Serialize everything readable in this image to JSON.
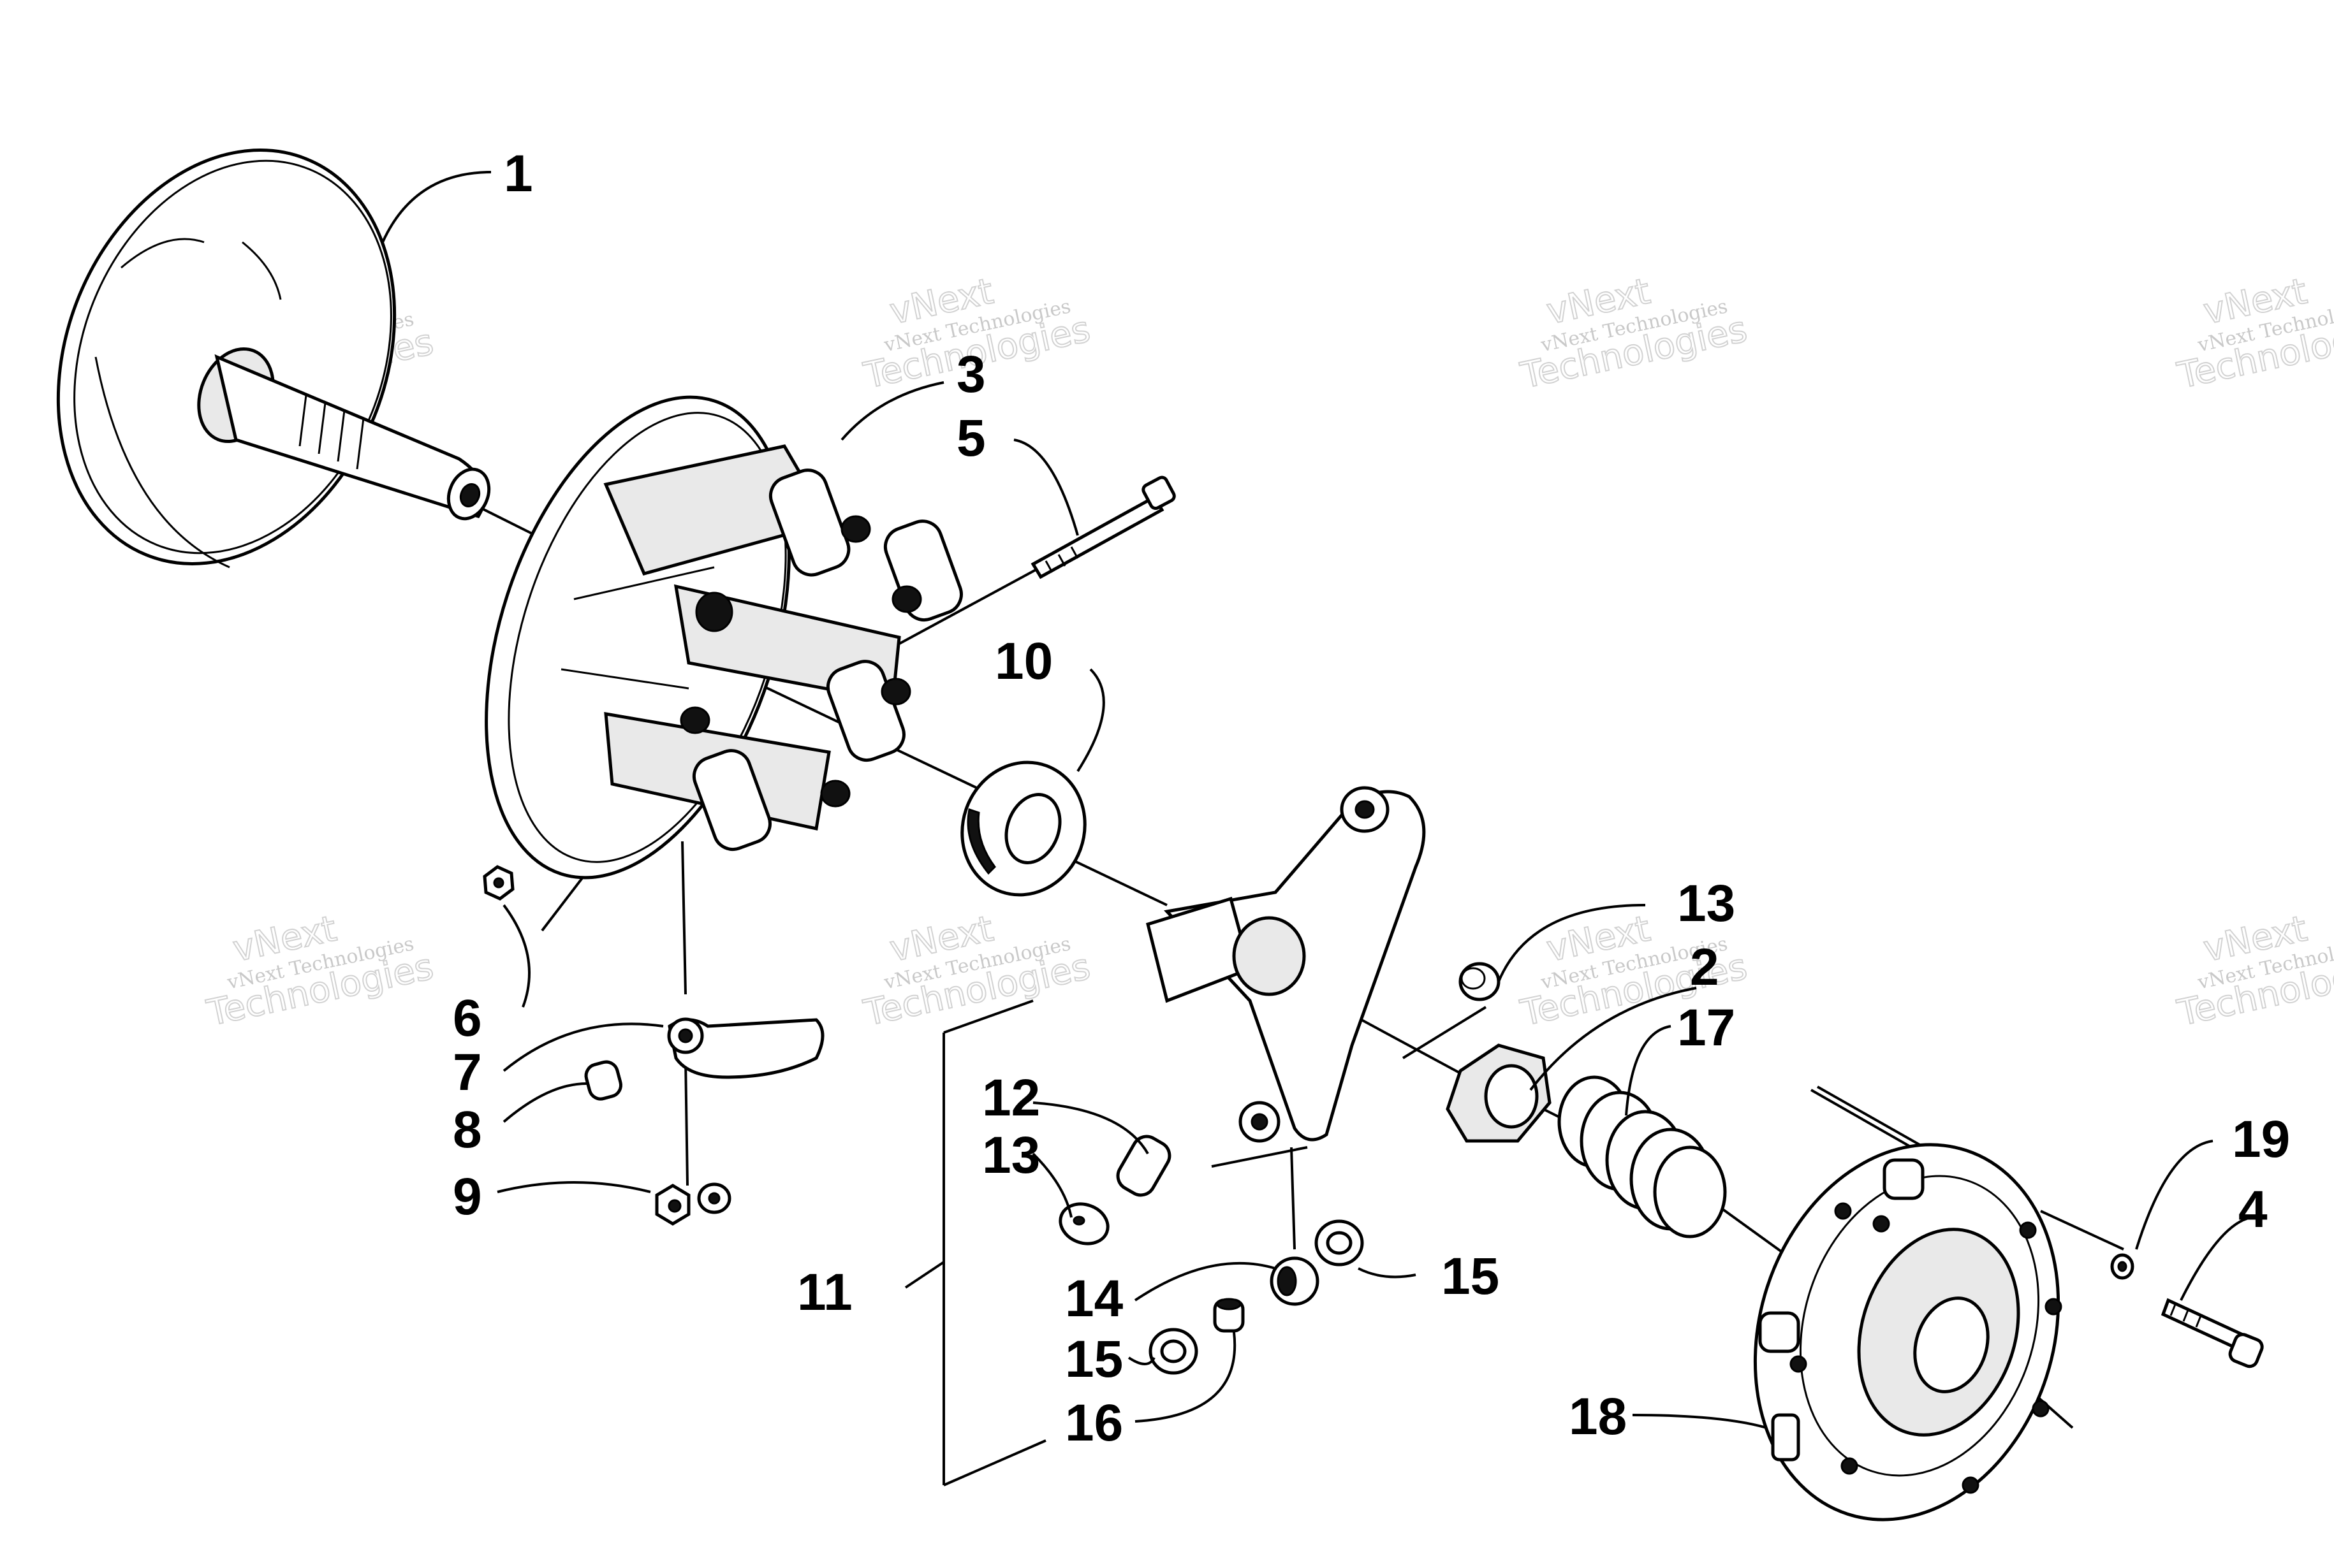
{
  "watermark": {
    "brand": "vNext",
    "line1": "vNext Technologies",
    "line2": "Technologies"
  },
  "callouts": [
    "1",
    "3",
    "5",
    "10",
    "13",
    "2",
    "17",
    "6",
    "7",
    "8",
    "9",
    "12",
    "13",
    "11",
    "14",
    "15",
    "15",
    "16",
    "18",
    "19",
    "4"
  ]
}
